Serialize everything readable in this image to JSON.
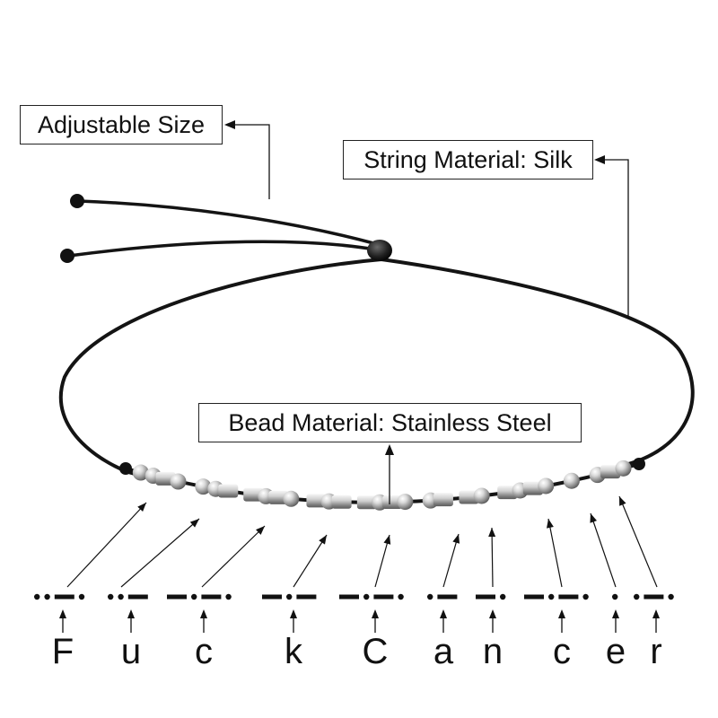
{
  "callouts": {
    "size": "Adjustable Size",
    "string": "String Material: Silk",
    "bead": "Bead Material: Stainless Steel"
  },
  "message": [
    "F",
    "u",
    "c",
    "k",
    "C",
    "a",
    "n",
    "c",
    "e",
    "r"
  ],
  "morse": [
    "..-.",
    "..-",
    "-.-.",
    "-.-",
    "-.-.",
    ".-",
    "-.",
    "-.-.",
    ".",
    ".-."
  ],
  "colors": {
    "cord": "#141414",
    "steel_light": "#f4f4f4",
    "steel_dark": "#6e6e6e",
    "text": "#111111",
    "line": "#111111"
  },
  "icons": [
    "arrow-left-icon",
    "arrow-up-icon"
  ]
}
